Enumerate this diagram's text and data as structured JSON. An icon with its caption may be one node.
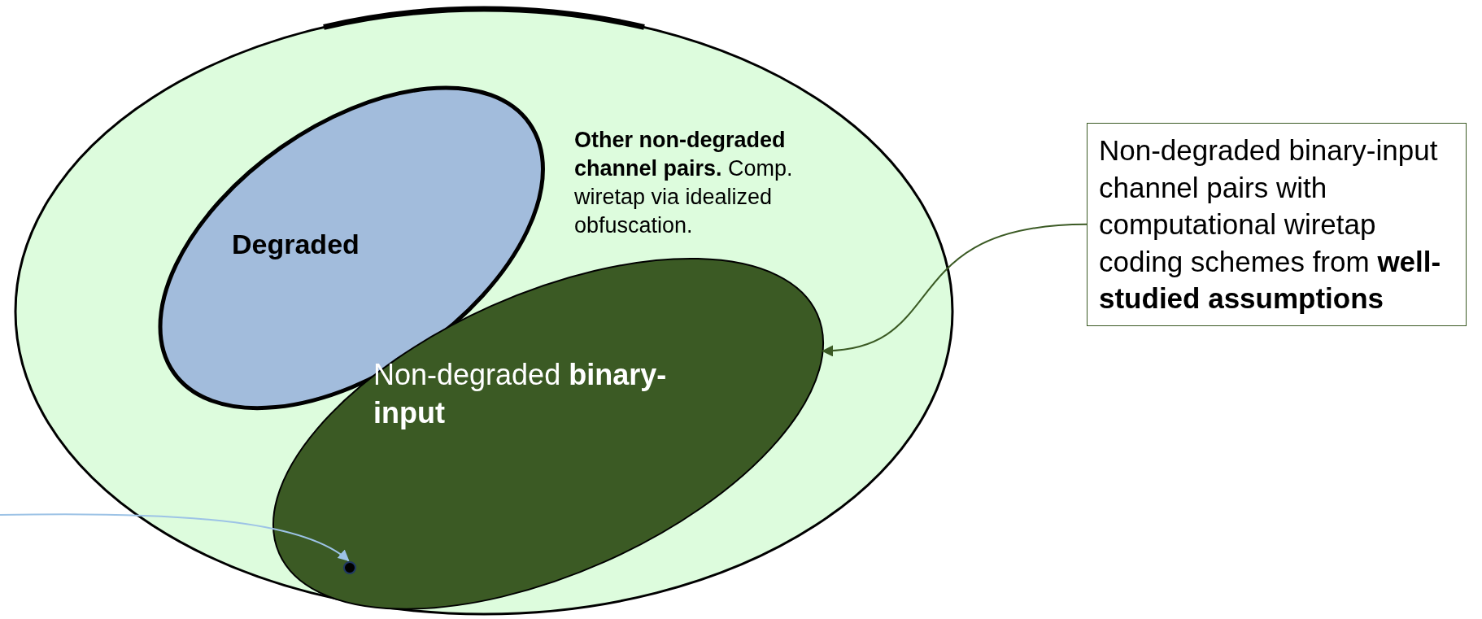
{
  "diagram": {
    "nodes": [
      {
        "text": [
          "**Other non-degraded channel pairs.** Comp. wiretap via idealized obfuscation."
        ]
      },
      {
        "text": [
          "Degraded"
        ],
        "in": 0
      },
      {
        "text": [
          "Non-degraded **binary-input**"
        ],
        "in": 0
      },
      {
        "text": [],
        "shape": "circle",
        "in": 2
      },
      {
        "text": [
          "Non-degraded binary-input channel pairs with computational wiretap coding schemes from **well-studied assumptions**"
        ]
      }
    ],
    "edges": [
      {
        "from": 4,
        "to": 2,
        "arrow": "to",
        "color": "#3b5a24"
      },
      {
        "from": null,
        "to": 3,
        "arrow": "to",
        "color": "#9dc3e6"
      }
    ]
  }
}
